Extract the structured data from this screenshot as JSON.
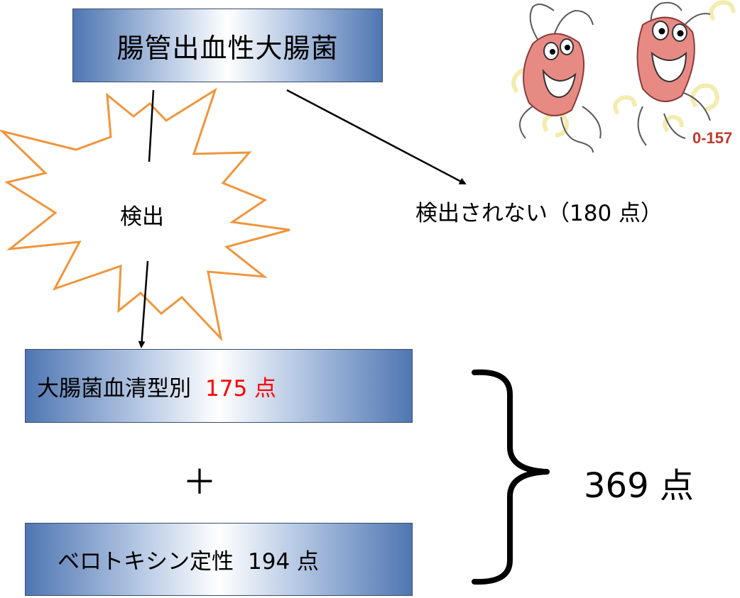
{
  "top_box": {
    "label": "腸管出血性大腸菌"
  },
  "burst": {
    "label": "検出"
  },
  "not_detected": {
    "label": "検出されない（180 点）"
  },
  "serotype_box": {
    "label": "大腸菌血清型別",
    "points": "175 点"
  },
  "plus": {
    "label": "＋"
  },
  "verotoxin_box": {
    "label": "ベロトキシン定性",
    "points": "194 点"
  },
  "total": {
    "label": "369 点"
  },
  "illustration": {
    "text": "0-157",
    "icon": "o157-bacteria-illustration"
  },
  "colors": {
    "burst_stroke": "#f0953c",
    "highlight": "#ff0000",
    "box_edge": "#4f76b2"
  }
}
